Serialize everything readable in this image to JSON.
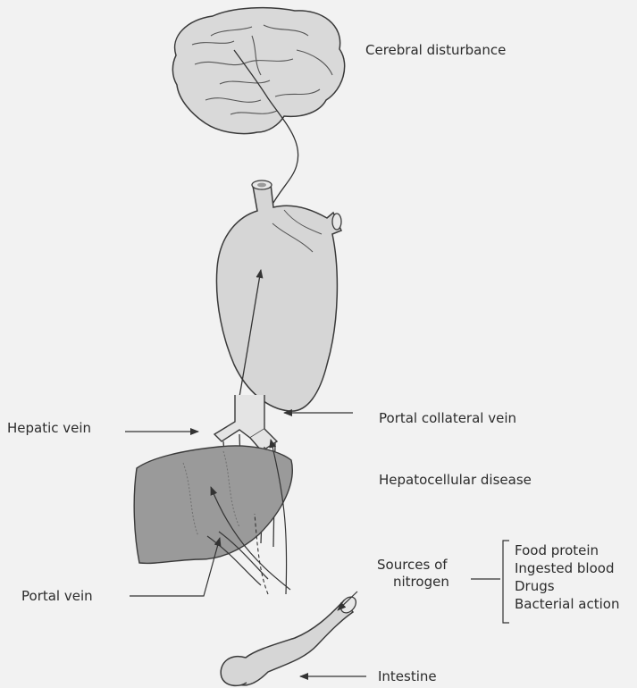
{
  "labels": {
    "cerebral": "Cerebral disturbance",
    "portal_collateral": "Portal collateral vein",
    "hepatic_vein": "Hepatic vein",
    "hepatocellular": "Hepatocellular disease",
    "sources_line1": "Sources of",
    "sources_line2": "nitrogen",
    "portal_vein": "Portal vein",
    "intestine": "Intestine"
  },
  "nitrogen_sources": [
    "Food protein",
    "Ingested blood",
    "Drugs",
    "Bacterial action"
  ],
  "colors": {
    "background": "#f2f2f2",
    "organ_fill": "#d6d6d6",
    "liver_fill": "#9a9a9a",
    "outline": "#3a3a3a"
  }
}
